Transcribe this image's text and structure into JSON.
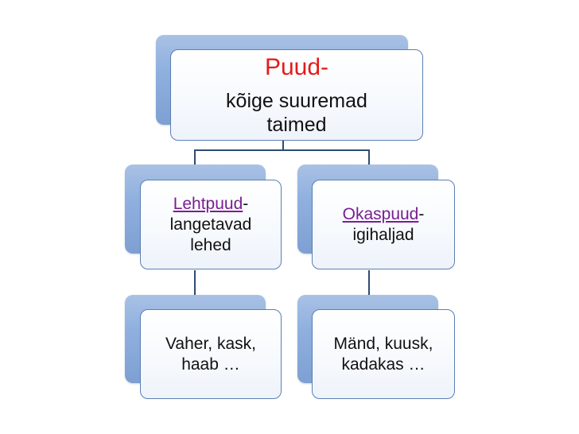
{
  "root": {
    "title": "Puud-",
    "subtitle_line1": "kõige suuremad",
    "subtitle_line2": "taimed"
  },
  "left": {
    "link": "Lehtpuud",
    "dash": "-",
    "line2": "langetavad",
    "line3": "lehed",
    "child_line1": "Vaher, kask,",
    "child_line2": "haab …"
  },
  "right": {
    "link": "Okaspuud",
    "dash": "-",
    "line2": "igihaljad",
    "child_line1": "Mänd, kuusk,",
    "child_line2": "kadakas …"
  },
  "colors": {
    "title": "#e31b1b",
    "link": "#7a1e91",
    "connector": "#2f4b73",
    "box_border": "#5b7fb4",
    "back_fill": "#8fb0df"
  }
}
